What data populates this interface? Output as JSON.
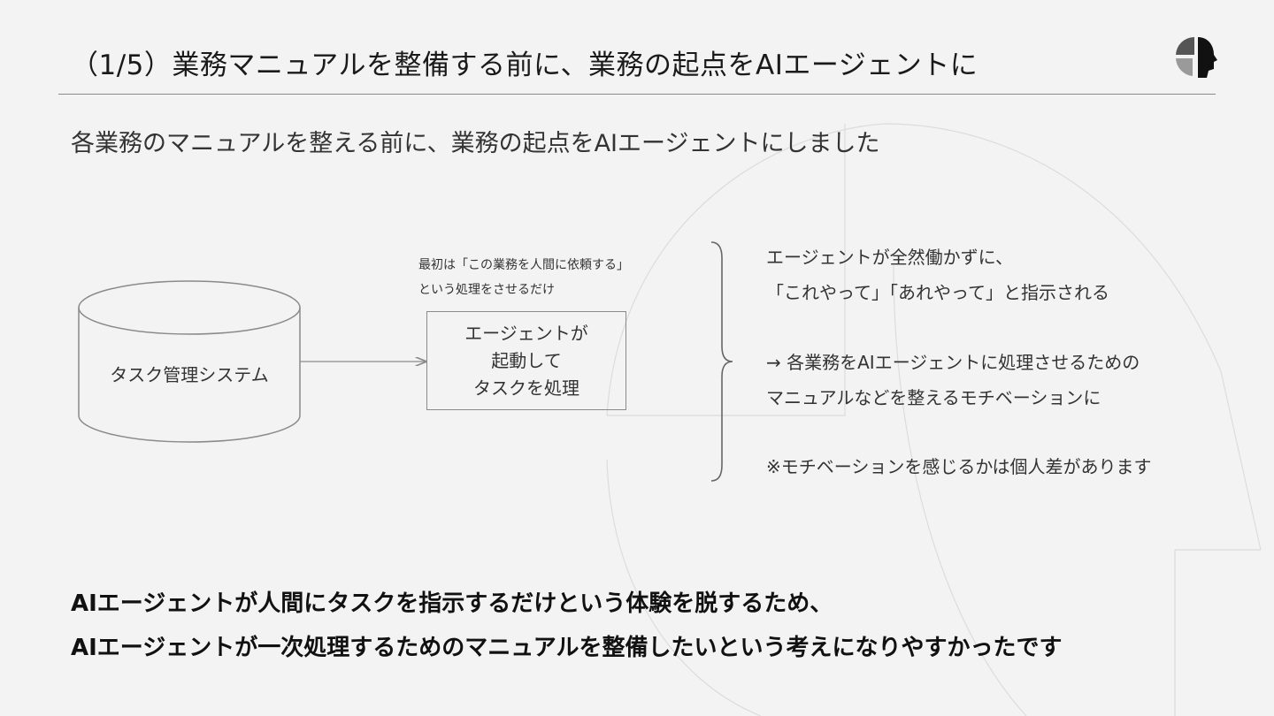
{
  "header": {
    "title": "（1/5）業務マニュアルを整備する前に、業務の起点をAIエージェントに",
    "logo_icon": "head-silhouette-logo-icon"
  },
  "subtitle": "各業務のマニュアルを整える前に、業務の起点をAIエージェントにしました",
  "diagram": {
    "database_label": "タスク管理システム",
    "note_lines": [
      "最初は「この業務を人間に依頼する」",
      "という処理をさせるだけ"
    ],
    "agent_box_lines": [
      "エージェントが",
      "起動して",
      "タスクを処理"
    ]
  },
  "right_column": {
    "line1": "エージェントが全然働かずに、",
    "line2": "「これやって」「あれやって」と指示される",
    "line3": "→ 各業務をAIエージェントに処理させるための",
    "line4": "マニュアルなどを整えるモチベーションに",
    "line5": "※モチベーションを感じるかは個人差があります"
  },
  "conclusion": {
    "line1": "AIエージェントが人間にタスクを指示するだけという体験を脱するため、",
    "line2": "AIエージェントが一次処理するためのマニュアルを整備したいという考えになりやすかったです"
  },
  "colors": {
    "background": "#f3f3f3",
    "stroke": "#8a8a8a",
    "text": "#222222"
  }
}
